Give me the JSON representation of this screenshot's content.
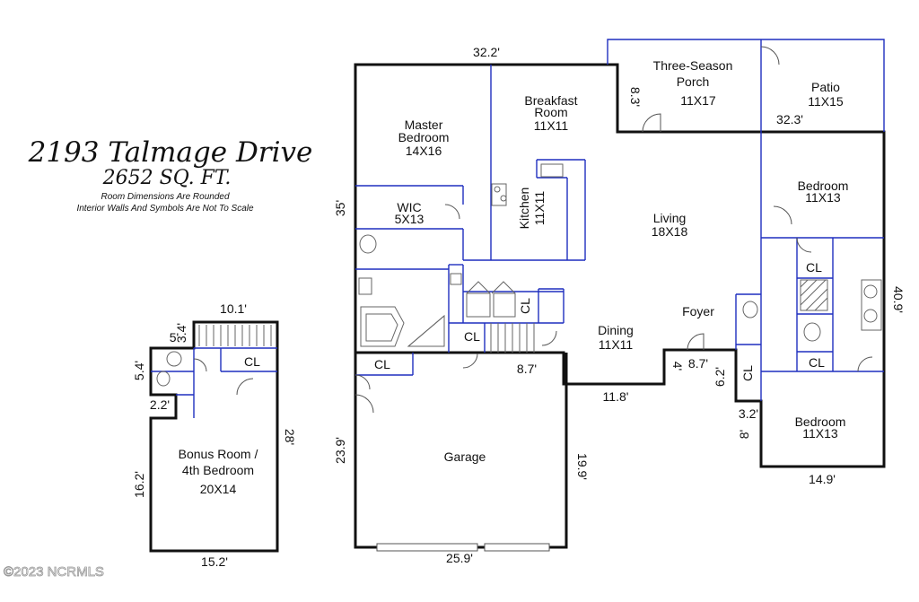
{
  "header": {
    "address": "2193 Talmage Drive",
    "area": "2652 SQ. FT.",
    "note_1": "Room Dimensions Are Rounded",
    "note_2": "Interior Walls And Symbols Are Not To Scale"
  },
  "rooms": {
    "three_season_porch": {
      "name_1": "Three-Season",
      "name_2": "Porch",
      "size": "11X17"
    },
    "patio": {
      "name": "Patio",
      "size": "11X15"
    },
    "breakfast_room": {
      "name_1": "Breakfast",
      "name_2": "Room",
      "size": "11X11"
    },
    "master_bedroom": {
      "name_1": "Master",
      "name_2": "Bedroom",
      "size": "14X16"
    },
    "wic": {
      "name": "WIC",
      "size": "5X13"
    },
    "kitchen": {
      "name": "Kitchen",
      "size": "11X11"
    },
    "living": {
      "name": "Living",
      "size": "18X18"
    },
    "bedroom_upper": {
      "name": "Bedroom",
      "size": "11X13"
    },
    "bedroom_lower": {
      "name": "Bedroom",
      "size": "11X13"
    },
    "dining": {
      "name": "Dining",
      "size": "11X11"
    },
    "foyer": {
      "name": "Foyer"
    },
    "garage": {
      "name": "Garage"
    },
    "bonus_room": {
      "name_1": "Bonus Room /",
      "name_2": "4th Bedroom",
      "size": "20X14"
    },
    "closet_label": "CL"
  },
  "dimensions": {
    "main_top": "32.2'",
    "porch_side": "8.3'",
    "patio_bottom": "32.3'",
    "main_left": "35'",
    "right_side": "40.9'",
    "step_a": "8.7'",
    "step_b": "8.7'",
    "foyer_4": "4'",
    "entry_62": "6.2'",
    "dining_bottom": "11.8'",
    "entry_32": "3.2'",
    "entry_8": "8'",
    "bedroom_bottom": "14.9'",
    "garage_left": "23.9'",
    "garage_right": "19.9'",
    "garage_bottom": "25.9'",
    "bonus_top": "10.1'",
    "bonus_5": "5'",
    "bonus_34": "3.4'",
    "bonus_54": "5.4'",
    "bonus_22": "2.2'",
    "bonus_28": "28'",
    "bonus_162": "16.2'",
    "bonus_bottom": "15.2'"
  },
  "watermark": "©2023 NCRMLS"
}
